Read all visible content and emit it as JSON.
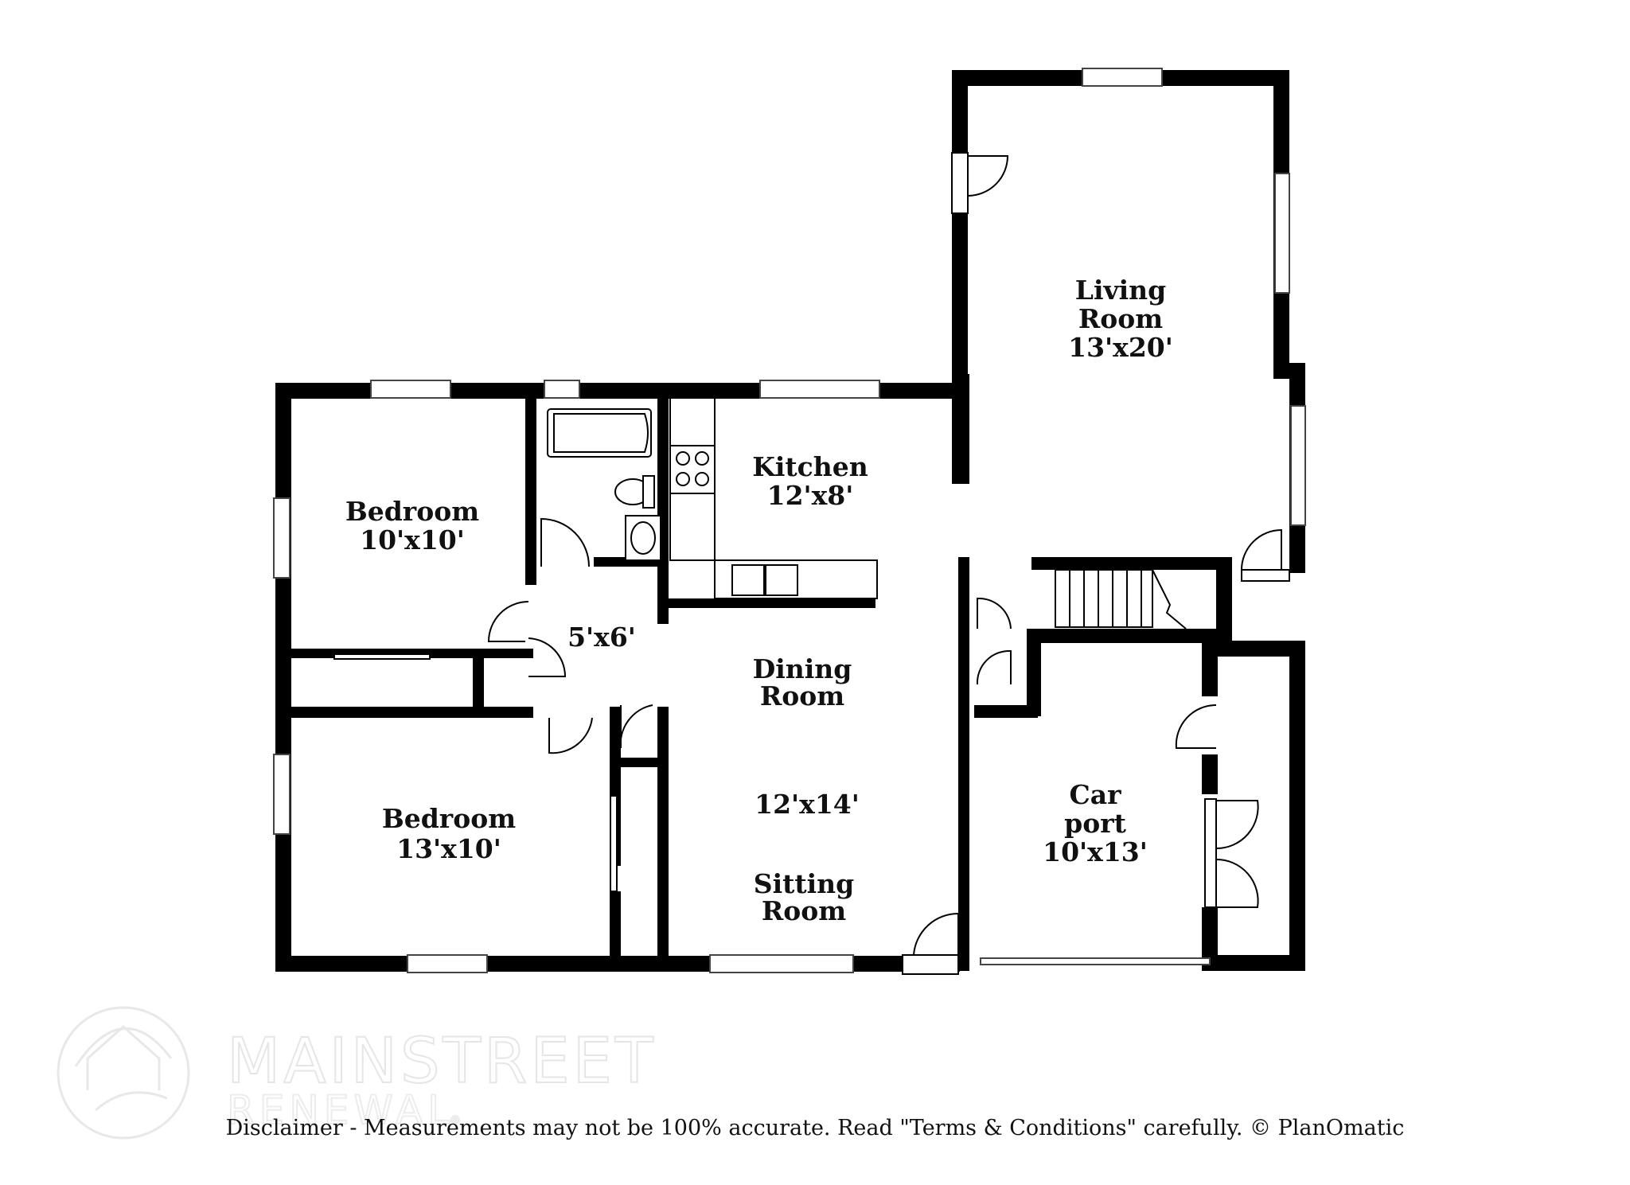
{
  "rooms": {
    "living_room": {
      "name_line1": "Living",
      "name_line2": "Room",
      "dims": "13'x20'"
    },
    "kitchen": {
      "name": "Kitchen",
      "dims": "12'x8'"
    },
    "bedroom_top": {
      "name": "Bedroom",
      "dims": "10'x10'"
    },
    "hall": {
      "dims": "5'x6'"
    },
    "dining": {
      "name_line1": "Dining",
      "name_line2": "Room",
      "dims": "12'x14'"
    },
    "sitting": {
      "name_line1": "Sitting",
      "name_line2": "Room"
    },
    "bedroom_bottom": {
      "name": "Bedroom",
      "dims": "13'x10'"
    },
    "carport": {
      "name_line1": "Car",
      "name_line2": "port",
      "dims": "10'x13'"
    }
  },
  "watermark": {
    "line1": "MAINSTREET",
    "line2": "RENEWAL",
    "mark": "®"
  },
  "disclaimer": "Disclaimer - Measurements may not be 100% accurate. Read \"Terms & Conditions\" carefully. © PlanOmatic",
  "colors": {
    "wall": "#000000",
    "background": "#ffffff",
    "watermark": "#e6e6e6"
  },
  "icons": [
    "house-logo-icon"
  ]
}
